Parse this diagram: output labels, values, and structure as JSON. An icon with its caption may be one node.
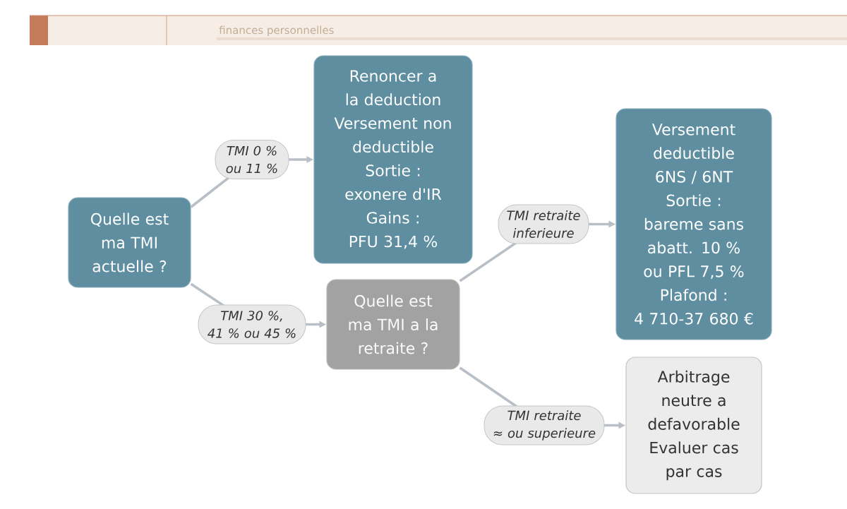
{
  "diagram": {
    "nodes": [
      {
        "text": [
          "Quelle est ma TMI actuelle ?"
        ]
      },
      {
        "text": [
          "Renoncer a la deduction Versement non deductible Sortie : exonere d'IR Gains : PFU 31,4 %"
        ]
      },
      {
        "text": [
          "Quelle est ma TMI a la retraite ?"
        ]
      },
      {
        "text": [
          "Versement deductible 6NS / 6NT Sortie : bareme sans abatt. 10 % ou PFL 7,5 % Plafond : 4 710-37 680 €"
        ]
      },
      {
        "text": [
          "Arbitrage neutre a defavorable Evaluer cas par cas"
        ]
      }
    ],
    "edges": [
      {
        "from": 0,
        "to": 1,
        "arrow": "to",
        "label": "TMI 0 % ou 11 %"
      },
      {
        "from": 0,
        "to": 2,
        "arrow": "to",
        "label": "TMI 30 %, 41 % ou 45 %"
      },
      {
        "from": 2,
        "to": 3,
        "arrow": "to",
        "label": "TMI retraite inferieure"
      },
      {
        "from": 2,
        "to": 4,
        "arrow": "to",
        "label": "TMI retraite ≈ ou superieure"
      }
    ],
    "labels": [
      "finances personnelles"
    ]
  }
}
